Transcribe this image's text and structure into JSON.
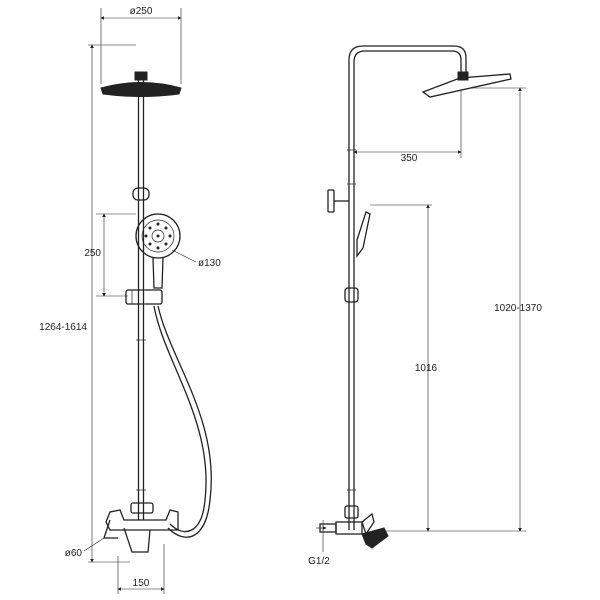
{
  "diagram": {
    "dimensions": {
      "head_diameter": "ø250",
      "hand_spacing": "250",
      "hand_diameter": "ø130",
      "total_height": "1264-1614",
      "mixer_diameter": "ø60",
      "outlet_spacing": "150",
      "arm_length": "350",
      "overall_height": "1020-1370",
      "mixer_to_holder": "1016",
      "thread": "G1/2"
    }
  }
}
